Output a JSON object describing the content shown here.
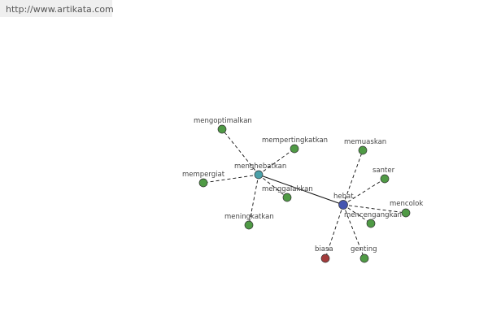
{
  "source_link": "http://www.artikata.com",
  "colors": {
    "leaf": "#4f9a45",
    "hub_primary": "#4455b0",
    "hub_secondary": "#4aa0a8",
    "antonym": "#a23b3b",
    "edge": "#111111"
  },
  "nodes": [
    {
      "id": "hebat",
      "label": "hebat",
      "kind": "hub-primary"
    },
    {
      "id": "menghebatkan",
      "label": "menghebatkan",
      "kind": "hub-secondary"
    },
    {
      "id": "mengoptimalkan",
      "label": "mengoptimalkan",
      "kind": "leaf"
    },
    {
      "id": "mempertingkatkan",
      "label": "mempertingkatkan",
      "kind": "leaf"
    },
    {
      "id": "mempergiat",
      "label": "mempergiat",
      "kind": "leaf"
    },
    {
      "id": "menggalakkan",
      "label": "menggalakkan",
      "kind": "leaf"
    },
    {
      "id": "meningkatkan",
      "label": "meningkatkan",
      "kind": "leaf"
    },
    {
      "id": "memuaskan",
      "label": "memuaskan",
      "kind": "leaf"
    },
    {
      "id": "santer",
      "label": "santer",
      "kind": "leaf"
    },
    {
      "id": "mencolok",
      "label": "mencolok",
      "kind": "leaf"
    },
    {
      "id": "mencengangkan",
      "label": "mencengangkan",
      "kind": "leaf"
    },
    {
      "id": "genting",
      "label": "genting",
      "kind": "leaf"
    },
    {
      "id": "biasa",
      "label": "biasa",
      "kind": "antonym"
    }
  ],
  "edges": [
    {
      "from": "menghebatkan",
      "to": "hebat",
      "style": "solid"
    },
    {
      "from": "menghebatkan",
      "to": "mengoptimalkan",
      "style": "dashed"
    },
    {
      "from": "menghebatkan",
      "to": "mempertingkatkan",
      "style": "dashed"
    },
    {
      "from": "menghebatkan",
      "to": "mempergiat",
      "style": "dashed"
    },
    {
      "from": "menghebatkan",
      "to": "menggalakkan",
      "style": "dashed"
    },
    {
      "from": "menghebatkan",
      "to": "meningkatkan",
      "style": "dashed"
    },
    {
      "from": "hebat",
      "to": "memuaskan",
      "style": "dashed"
    },
    {
      "from": "hebat",
      "to": "santer",
      "style": "dashed"
    },
    {
      "from": "hebat",
      "to": "mencolok",
      "style": "dashed"
    },
    {
      "from": "hebat",
      "to": "mencengangkan",
      "style": "dashed"
    },
    {
      "from": "hebat",
      "to": "genting",
      "style": "dashed"
    },
    {
      "from": "hebat",
      "to": "biasa",
      "style": "dashed"
    }
  ]
}
